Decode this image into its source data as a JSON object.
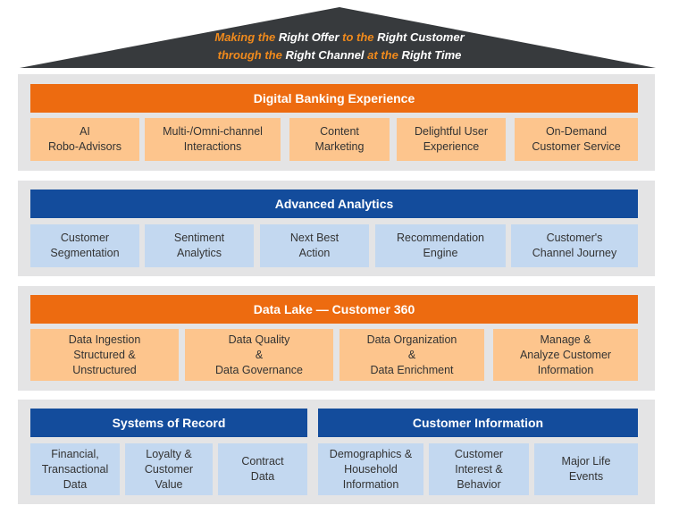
{
  "roof": {
    "line1": [
      {
        "text": "Making the ",
        "style": "orange"
      },
      {
        "text": "Right Offer",
        "style": "white"
      },
      {
        "text": " to the ",
        "style": "orange"
      },
      {
        "text": "Right Customer",
        "style": "white"
      }
    ],
    "line2": [
      {
        "text": "through the ",
        "style": "orange"
      },
      {
        "text": "Right Channel",
        "style": "white"
      },
      {
        "text": " at the ",
        "style": "orange"
      },
      {
        "text": "Right Time",
        "style": "white"
      }
    ]
  },
  "layers": {
    "digital": {
      "title": "Digital Banking Experience",
      "items": [
        "AI\nRobo-Advisors",
        "Multi-/Omni-channel\nInteractions",
        "Content\nMarketing",
        "Delightful User\nExperience",
        "On-Demand\nCustomer Service"
      ]
    },
    "analytics": {
      "title": "Advanced Analytics",
      "items": [
        "Customer\nSegmentation",
        "Sentiment\nAnalytics",
        "Next Best\nAction",
        "Recommendation\nEngine",
        "Customer's\nChannel Journey"
      ]
    },
    "datalake": {
      "title": "Data Lake — Customer 360",
      "items": [
        "Data Ingestion\nStructured &\nUnstructured",
        "Data Quality\n&\nData Governance",
        "Data Organization\n&\nData Enrichment",
        "Manage &\nAnalyze Customer\nInformation"
      ]
    },
    "records": {
      "title": "Systems of Record",
      "items": [
        "Financial,\nTransactional\nData",
        "Loyalty &\nCustomer\nValue",
        "Contract\nData"
      ]
    },
    "custinfo": {
      "title": "Customer Information",
      "items": [
        "Demographics &\nHousehold\nInformation",
        "Customer\nInterest &\nBehavior",
        "Major Life\nEvents"
      ]
    }
  },
  "colors": {
    "orange_header": "#ed6b10",
    "blue_header": "#134c9c",
    "peach_box": "#fdc58d",
    "light_blue_box": "#c3d8f0",
    "roof": "#373a3d",
    "band": "#e4e4e5"
  }
}
